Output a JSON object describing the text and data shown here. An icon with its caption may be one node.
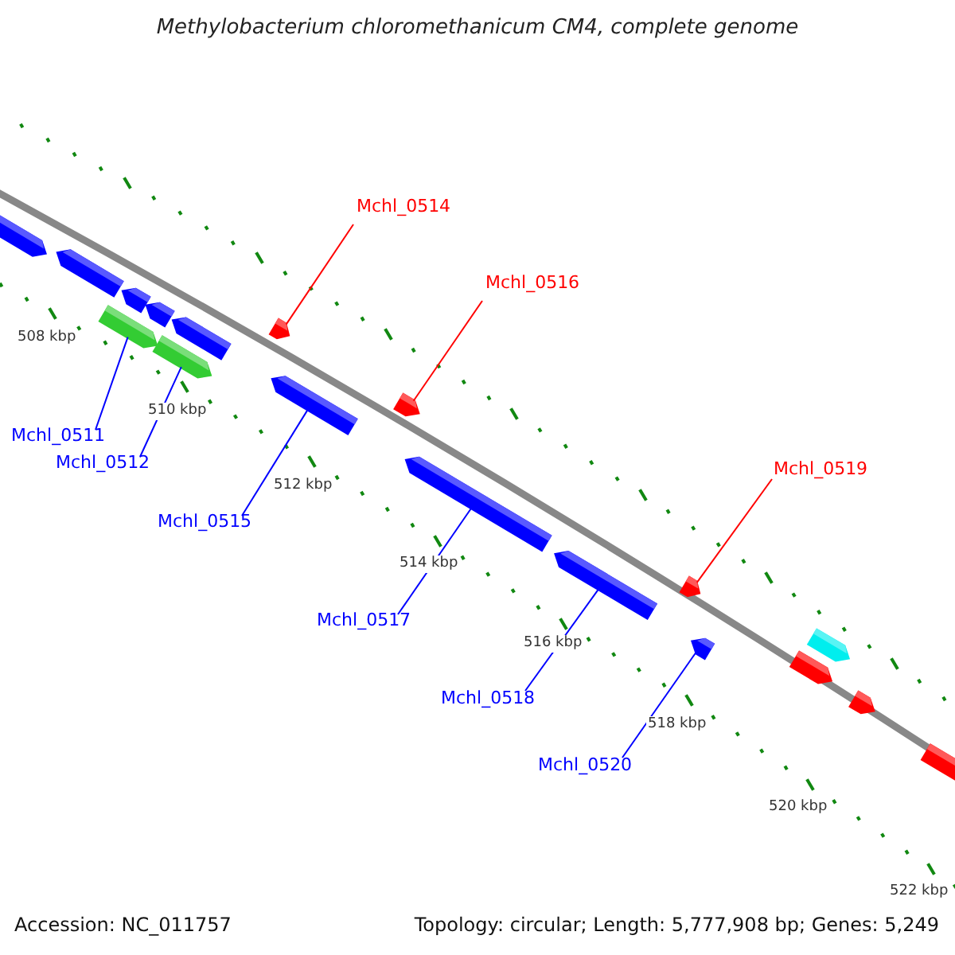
{
  "diagram": {
    "title": "Methylobacterium chloromethanicum CM4, complete genome",
    "nodes": [
      {
        "text": [
          "Mchl_0514"
        ]
      },
      {
        "text": [
          "Mchl_0516"
        ]
      },
      {
        "text": [
          "Mchl_0511"
        ]
      },
      {
        "text": [
          "Mchl_0512"
        ]
      },
      {
        "text": [
          "Mchl_0519"
        ]
      },
      {
        "text": [
          "Mchl_0515"
        ]
      },
      {
        "text": [
          "Mchl_0517"
        ]
      },
      {
        "text": [
          "Mchl_0518"
        ]
      },
      {
        "text": [
          "Mchl_0520"
        ]
      },
      {
        "text": [],
        "shape": "bar"
      },
      {
        "text": [],
        "shape": "bar"
      },
      {
        "text": [],
        "shape": "bar"
      },
      {
        "text": [],
        "shape": "bar"
      },
      {
        "text": [],
        "shape": "bar"
      },
      {
        "text": [],
        "shape": "bar"
      },
      {
        "text": [],
        "shape": "bar"
      },
      {
        "text": [],
        "shape": "bar"
      },
      {
        "text": [],
        "shape": "bar"
      },
      {
        "text": [],
        "shape": "bar"
      },
      {
        "text": [],
        "shape": "bar"
      },
      {
        "text": [],
        "shape": "bar"
      },
      {
        "text": [],
        "shape": "bar"
      },
      {
        "text": [],
        "shape": "bar"
      },
      {
        "text": [],
        "shape": "bar"
      },
      {
        "text": [],
        "shape": "bar"
      },
      {
        "text": [],
        "shape": "bar"
      },
      {
        "text": [],
        "shape": "bar"
      }
    ],
    "edges": [
      {
        "from": 0,
        "to": 9,
        "arrow": "none",
        "color": "#ff0000"
      },
      {
        "from": 1,
        "to": 10,
        "arrow": "none",
        "color": "#ff0000"
      },
      {
        "from": 2,
        "to": 11,
        "arrow": "none"
      },
      {
        "from": 3,
        "to": 12,
        "arrow": "none"
      },
      {
        "from": 4,
        "to": 13,
        "arrow": "none",
        "color": "#ff0000"
      },
      {
        "from": 5,
        "to": 14,
        "arrow": "none"
      },
      {
        "from": 6,
        "to": 15,
        "arrow": "none"
      },
      {
        "from": 7,
        "to": 16,
        "arrow": "none"
      },
      {
        "from": 8,
        "to": 17,
        "arrow": "none"
      }
    ],
    "labels": [
      "508 kbp",
      "510 kbp",
      "512 kbp",
      "514 kbp",
      "516 kbp",
      "518 kbp",
      "520 kbp",
      "522 kbp",
      "Accession: NC_011757",
      "Topology: circular; Length: 5,777,908 bp; Genes: 5,249"
    ]
  }
}
